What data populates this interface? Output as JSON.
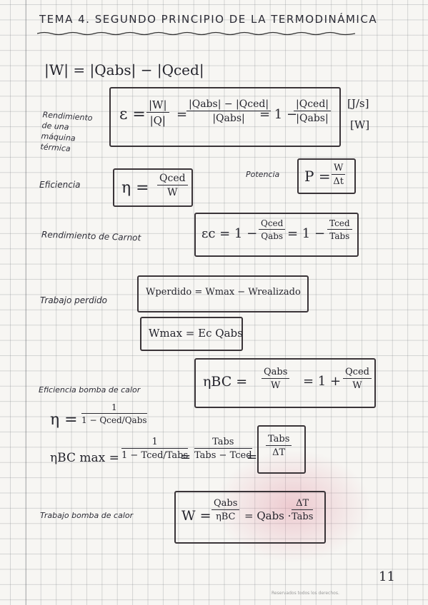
{
  "title": "TEMA 4. SEGUNDO PRINCIPIO DE LA TERMODINÁMICA",
  "work_eq": "|W| = |Qabs| − |Qced|",
  "rendimiento": {
    "label": "Rendimiento de una máquina térmica",
    "lhs": "ε =",
    "f1_num": "|W|",
    "f1_den": "|Q|",
    "eq": "=",
    "f2_num": "|Qabs| − |Qced|",
    "f2_den": "|Qabs|",
    "mid": "= 1 −",
    "f3_num": "|Qced|",
    "f3_den": "|Qabs|",
    "unit1": "[J/s]",
    "unit2": "[W]"
  },
  "eficiencia": {
    "label": "Eficiencia",
    "lhs": "η =",
    "num": "Qced",
    "den": "W"
  },
  "potencia": {
    "label": "Potencia",
    "lhs": "P =",
    "num": "W",
    "den": "Δt"
  },
  "carnot": {
    "label": "Rendimiento de Carnot",
    "lhs": "εc = 1 −",
    "f1_num": "Qced",
    "f1_den": "Qabs",
    "mid": "= 1 −",
    "f2_num": "Tced",
    "f2_den": "Tabs"
  },
  "trabajo_perdido": {
    "label": "Trabajo perdido",
    "eq": "Wperdido = Wmax − Wrealizado",
    "eq2": "Wmax = Ec Qabs"
  },
  "bomba": {
    "label": "Eficiencia bomba de calor",
    "lhs": "ηBC =",
    "f1_num": "Qabs",
    "f1_den": "W",
    "mid": "= 1 +",
    "f2_num": "Qced",
    "f2_den": "W"
  },
  "eta_line": {
    "lhs": "η =",
    "num": "1",
    "den": "1 − Qced/Qabs"
  },
  "eta_max": {
    "lhs": "ηBC max =",
    "f1_num": "1",
    "f1_den": "1 − Tced/Tabs",
    "eq1": "=",
    "f2_num": "Tabs",
    "f2_den": "Tabs − Tced",
    "eq2": "=",
    "f3_num": "Tabs",
    "f3_den": "ΔT"
  },
  "trabajo_bomba": {
    "label": "Trabajo bomba de calor",
    "lhs": "W =",
    "f1_num": "Qabs",
    "f1_den": "ηBC",
    "mid": "= Qabs ·",
    "f2_num": "ΔT",
    "f2_den": "Tabs"
  },
  "page_number": "11",
  "footer": "Reservados todos los derechos."
}
